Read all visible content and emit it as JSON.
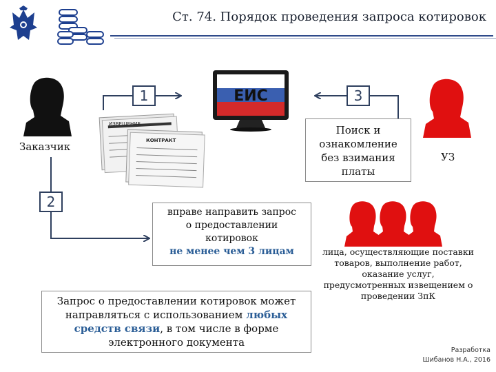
{
  "header": {
    "title": "Ст. 74. Порядок проведения запроса котировок"
  },
  "logos": [
    {
      "icon": "coat-of-arms-icon"
    },
    {
      "icon": "coins-stack-icon"
    }
  ],
  "diagram": {
    "zakazchik_label": "Заказчик",
    "uz_label": "УЗ",
    "eis_label": "ЕИС",
    "doc_labels": {
      "notice": "ИЗВЕЩЕНИЕ",
      "contract": "КОНТРАКТ"
    },
    "steps": [
      "1",
      "2",
      "3"
    ],
    "search_box": [
      "Поиск и",
      "ознакомление",
      "без взимания",
      "платы"
    ],
    "right_box": {
      "lines": [
        "вправе направить запрос",
        "о предоставлении",
        "котировок"
      ],
      "accent": "не менее чем 3 лицам"
    },
    "entities_text": [
      "лица, осуществляющие поставки",
      "товаров, выполнение работ,",
      "оказание услуг,",
      "предусмотренных извещением о",
      "проведении ЗпК"
    ],
    "request_box": {
      "line1": "Запрос о предоставлении котировок может",
      "line2_plain": "направляться с использованием ",
      "line2_accent": "любых",
      "line3_accent": "средств связи",
      "line3_plain": ", в том числе в форме",
      "line4": "электронного документа"
    },
    "colors": {
      "customer": "#111111",
      "participant": "#e01010",
      "frame": "#2e3f5e",
      "accent": "#2a5d96",
      "title_rule": "#2f4a8a"
    }
  },
  "footer": {
    "line1": "Разработка",
    "line2": "Шибанов Н.А., 2016"
  }
}
